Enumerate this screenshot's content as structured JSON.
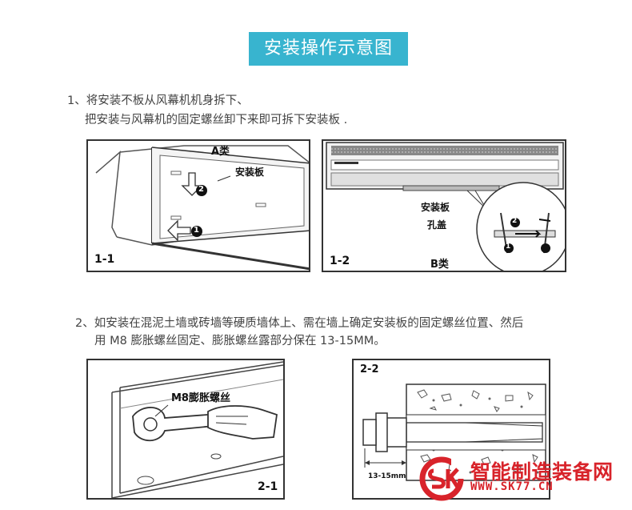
{
  "title": "安装操作示意图",
  "step1": {
    "line1": "1、将安装不板从风幕机机身拆下、",
    "line2": "把安装与风幕机的固定螺丝卸下来即可拆下安装板 ."
  },
  "step2": {
    "line1": "2、如安装在混泥土墙或砖墙等硬质墙体上、需在墙上确定安装板的固定螺丝位置、然后",
    "line2": "用 M8 膨胀螺丝固定、膨胀螺丝露部分保在 13-15MM。"
  },
  "panel_1_1": {
    "id": "1-1",
    "type_label": "A类",
    "plate_label": "安装板",
    "num1": "1",
    "num2": "2"
  },
  "panel_1_2": {
    "id": "1-2",
    "type_label": "B类",
    "plate_label": "安装板",
    "cover_label": "孔盖",
    "num1": "1",
    "num2": "2"
  },
  "panel_2_1": {
    "id": "2-1",
    "bolt_label": "M8膨胀螺丝"
  },
  "panel_2_2": {
    "id": "2-2",
    "dim_label": "13-15mm"
  },
  "watermark": {
    "name": "智能制造装备网",
    "url": "WWW.SK77.CN",
    "logo_text": "SK"
  },
  "colors": {
    "accent": "#38b4cf",
    "brand_red": "#d8232a"
  }
}
